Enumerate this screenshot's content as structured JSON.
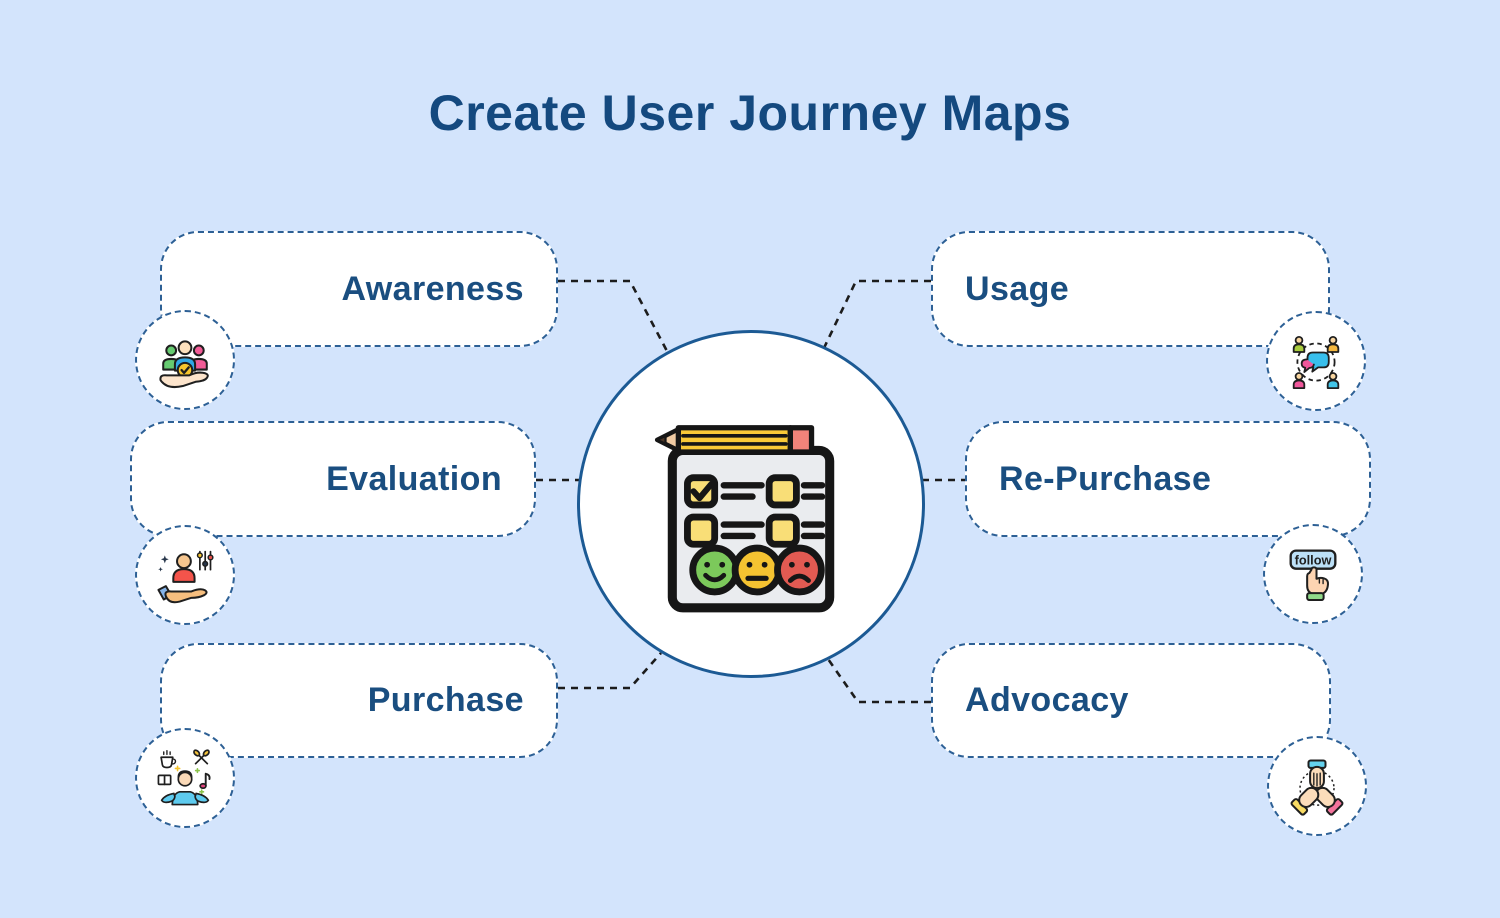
{
  "title": "Create User Journey Maps",
  "colors": {
    "background": "#D3E4FC",
    "box_fill": "#FFFFFF",
    "box_border": "#2D6095",
    "title_text": "#14497F",
    "label_text": "#1A4E80",
    "connector": "#1C1C1C",
    "center_circle_border": "#1C5A94"
  },
  "stages": [
    {
      "id": "awareness",
      "label": "Awareness",
      "side": "left",
      "icon": "people-in-hand-icon"
    },
    {
      "id": "usage",
      "label": "Usage",
      "side": "right",
      "icon": "people-chat-network-icon"
    },
    {
      "id": "evaluation",
      "label": "Evaluation",
      "side": "left",
      "icon": "person-in-hand-sliders-icon"
    },
    {
      "id": "repurchase",
      "label": "Re-Purchase",
      "side": "right",
      "icon": "follow-button-click-icon",
      "icon_text": "follow"
    },
    {
      "id": "purchase",
      "label": "Purchase",
      "side": "left",
      "icon": "person-interests-icon"
    },
    {
      "id": "advocacy",
      "label": "Advocacy",
      "side": "right",
      "icon": "hands-stacked-teamwork-icon"
    }
  ],
  "center": {
    "icon": "survey-feedback-checklist-icon"
  }
}
